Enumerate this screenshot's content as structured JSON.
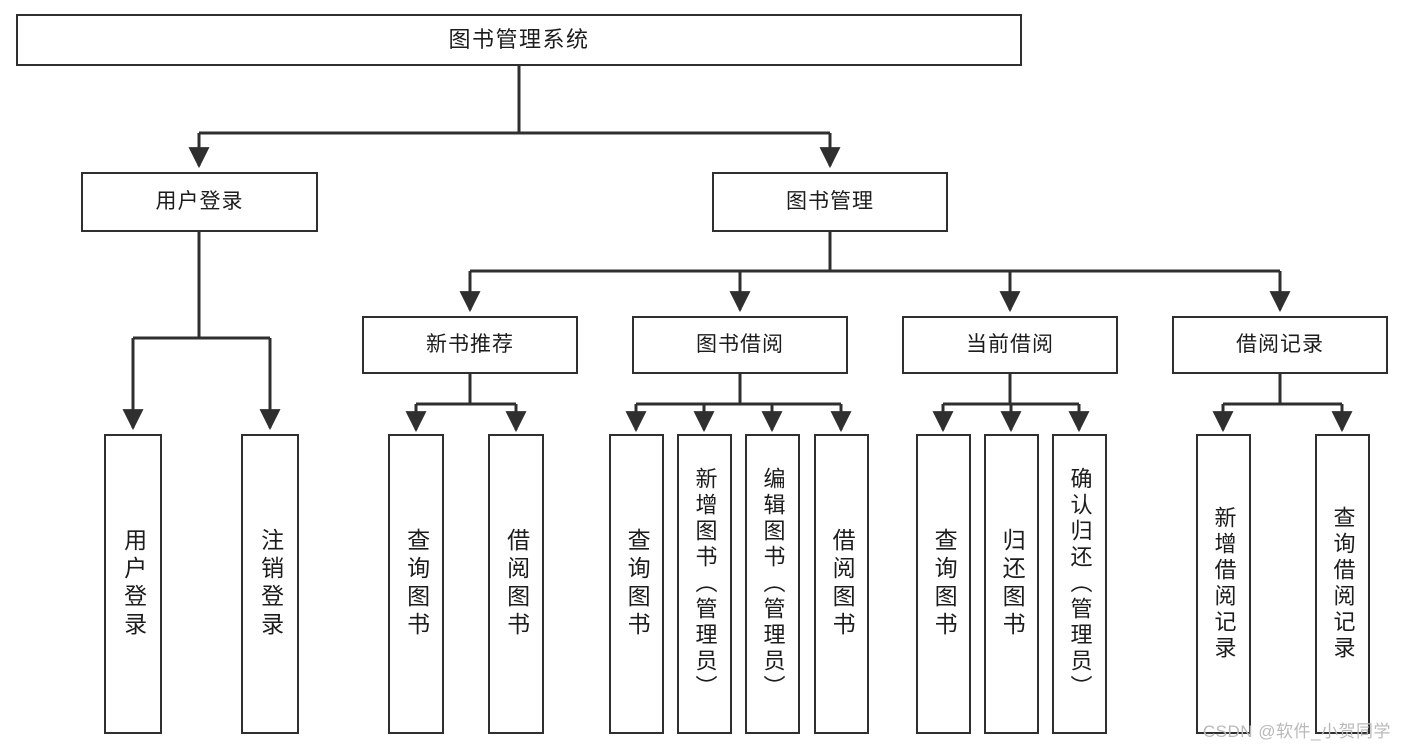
{
  "diagram": {
    "type": "tree",
    "title_text": "图书管理系统",
    "watermark": "CSDN @软件_小贺同学",
    "colors": {
      "box_border": "#2f2f2f",
      "box_fill": "#ffffff",
      "connector": "#2f2f2f",
      "text": "#1c1c1c",
      "watermark": "#b9b9b9",
      "background": "#ffffff"
    },
    "root": {
      "label": "图书管理系统"
    },
    "level1": [
      {
        "id": "user-login",
        "label": "用户登录"
      },
      {
        "id": "book-manage",
        "label": "图书管理"
      }
    ],
    "level2": [
      {
        "id": "new-book-recommend",
        "label": "新书推荐",
        "parent": "book-manage"
      },
      {
        "id": "book-borrow",
        "label": "图书借阅",
        "parent": "book-manage"
      },
      {
        "id": "current-borrow",
        "label": "当前借阅",
        "parent": "book-manage"
      },
      {
        "id": "borrow-record",
        "label": "借阅记录",
        "parent": "book-manage"
      }
    ],
    "leaves": [
      {
        "id": "leaf-user-login",
        "label": "用户登录",
        "parent": "user-login"
      },
      {
        "id": "leaf-logout-login",
        "label": "注销登录",
        "parent": "user-login"
      },
      {
        "id": "leaf-query-book-1",
        "label": "查询图书",
        "parent": "new-book-recommend"
      },
      {
        "id": "leaf-borrow-book-1",
        "label": "借阅图书",
        "parent": "new-book-recommend"
      },
      {
        "id": "leaf-query-book-2",
        "label": "查询图书",
        "parent": "book-borrow"
      },
      {
        "id": "leaf-add-book",
        "label": "新增图书（管理员）",
        "parent": "book-borrow"
      },
      {
        "id": "leaf-edit-book",
        "label": "编辑图书（管理员）",
        "parent": "book-borrow"
      },
      {
        "id": "leaf-borrow-book-2",
        "label": "借阅图书",
        "parent": "book-borrow"
      },
      {
        "id": "leaf-query-book-3",
        "label": "查询图书",
        "parent": "current-borrow"
      },
      {
        "id": "leaf-return-book",
        "label": "归还图书",
        "parent": "current-borrow"
      },
      {
        "id": "leaf-confirm-return",
        "label": "确认归还（管理员）",
        "parent": "current-borrow"
      },
      {
        "id": "leaf-add-record",
        "label": "新增借阅记录",
        "parent": "borrow-record"
      },
      {
        "id": "leaf-query-record",
        "label": "查询借阅记录",
        "parent": "borrow-record"
      }
    ]
  }
}
